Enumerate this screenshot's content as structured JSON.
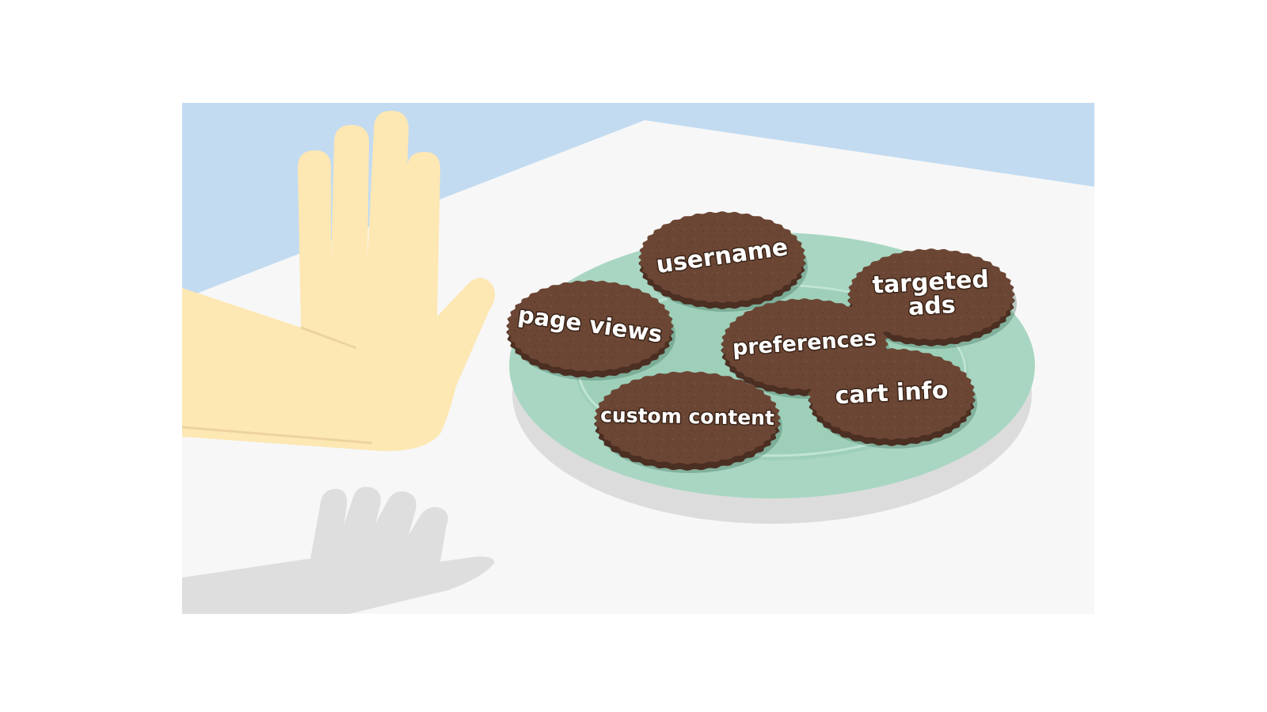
{
  "colors": {
    "sky": "#c2dbf1",
    "table": "#f7f7f7",
    "hand": "#fde7b3",
    "hand_shadow": "#dedede",
    "plate": "#a8d6c2",
    "plate_rim": "#98cbb5",
    "plate_shadow": "#dcdcdc",
    "cookie": "#6c4634",
    "cookie_edge": "#4b2f22",
    "label_text": "#ffffff"
  },
  "icons": [
    "stop-hand-icon",
    "hand-shadow-icon",
    "plate-icon",
    "cookie-icon"
  ],
  "cookies": [
    {
      "id": "username",
      "line1": "username",
      "line2": ""
    },
    {
      "id": "targeted-ads",
      "line1": "targeted",
      "line2": "ads"
    },
    {
      "id": "page-views",
      "line1": "page views",
      "line2": ""
    },
    {
      "id": "preferences",
      "line1": "preferences",
      "line2": ""
    },
    {
      "id": "cart-info",
      "line1": "cart info",
      "line2": ""
    },
    {
      "id": "custom-content",
      "line1": "custom content",
      "line2": ""
    }
  ]
}
